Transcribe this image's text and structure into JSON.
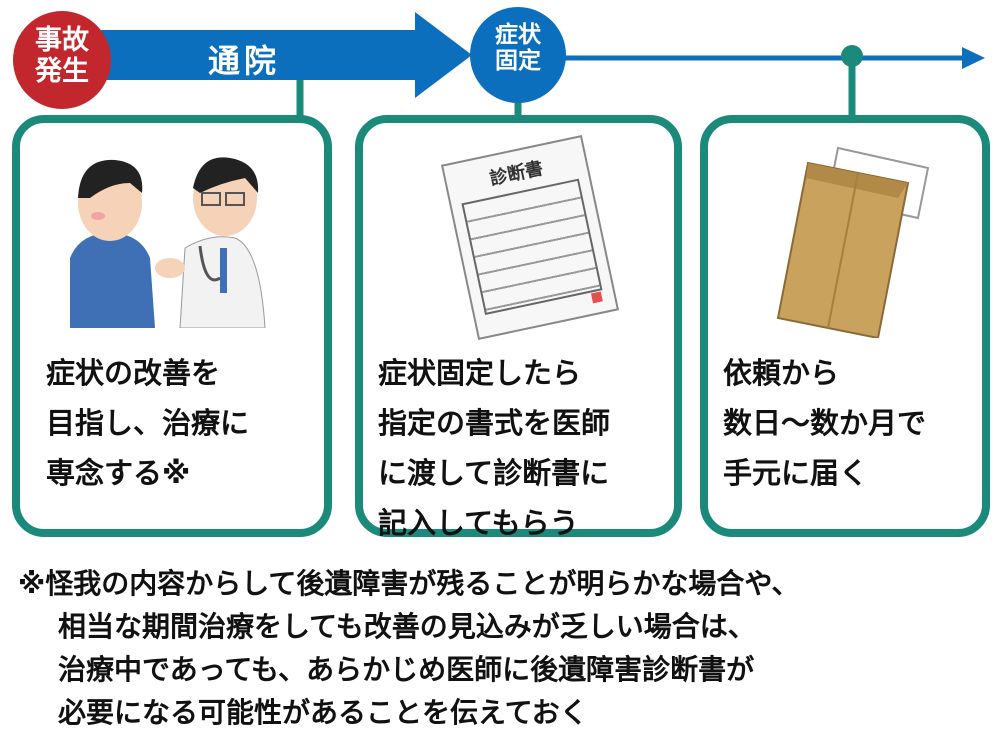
{
  "timeline": {
    "start_label": [
      "事故",
      "発生"
    ],
    "phase_label": "通院",
    "milestone_label": [
      "症状",
      "固定"
    ],
    "colors": {
      "start": "#c1272d",
      "arrow": "#0b6fbd",
      "frame": "#1b8a7a"
    }
  },
  "steps": [
    {
      "illustration": "doctor-patient-illustration",
      "lines": [
        "症状の改善を",
        "目指し、治療に",
        "専念する※"
      ]
    },
    {
      "illustration": "diagnosis-document-illustration",
      "doc_title": "診断書",
      "lines": [
        "症状固定したら",
        "指定の書式を医師",
        "に渡して診断書に",
        "記入してもらう"
      ]
    },
    {
      "illustration": "envelope-illustration",
      "lines": [
        "依頼から",
        "数日～数か月で",
        "手元に届く"
      ]
    }
  ],
  "footnote": {
    "lines": [
      "※怪我の内容からして後遺障害が残ることが明らかな場合や、",
      "相当な期間治療をしても改善の見込みが乏しい場合は、",
      "治療中であっても、あらかじめ医師に後遺障害診断書が",
      "必要になる可能性があることを伝えておく"
    ]
  }
}
